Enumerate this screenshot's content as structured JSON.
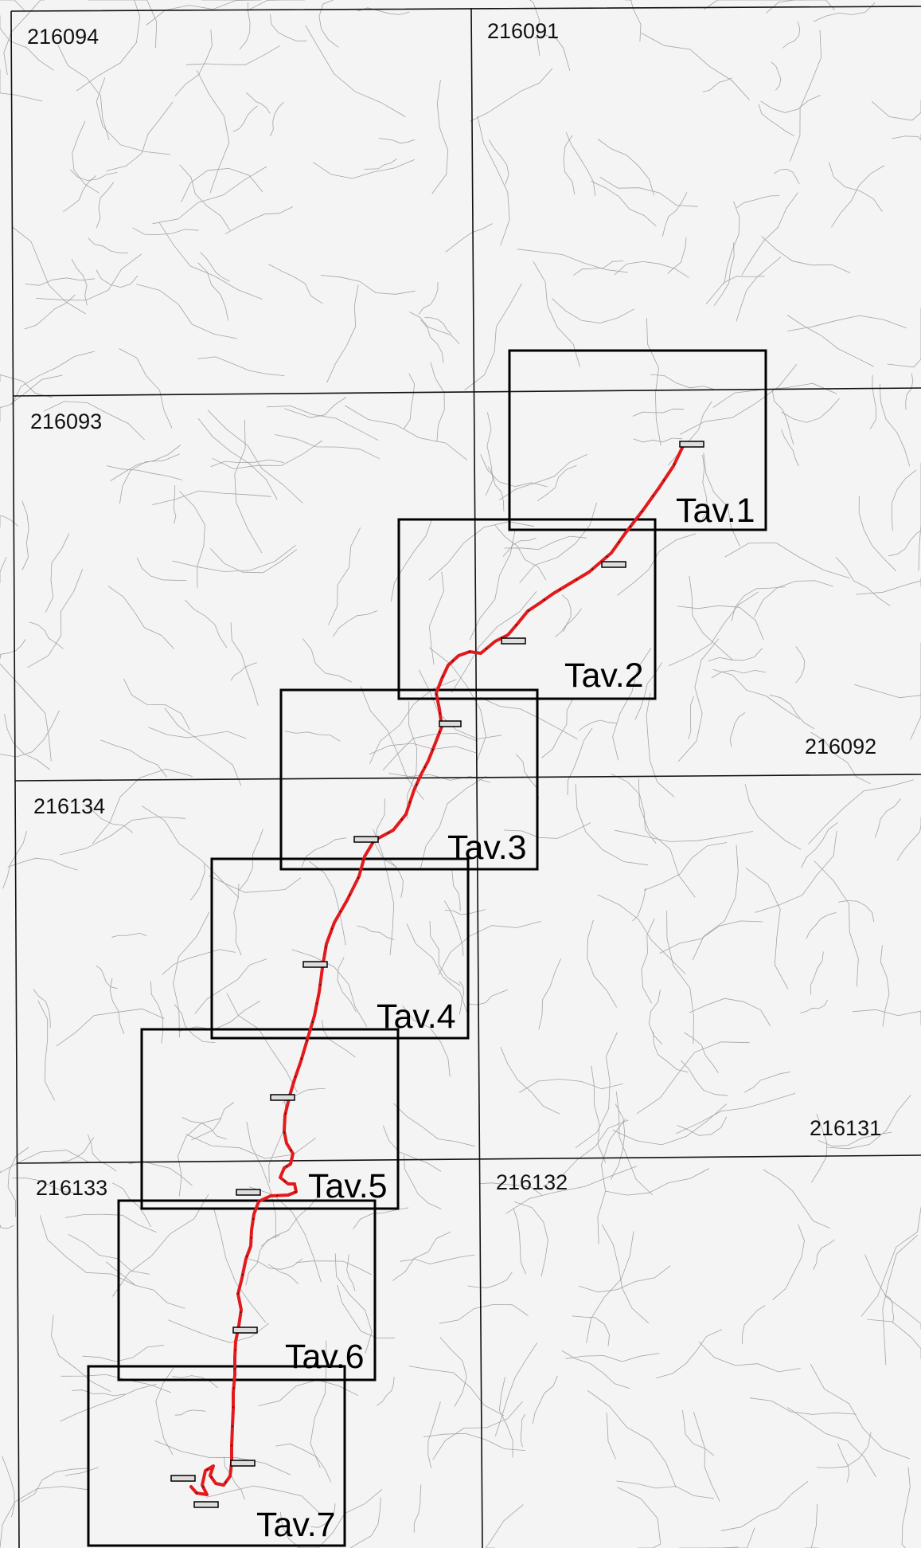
{
  "map": {
    "colors": {
      "background": "#f4f4f4",
      "contour": "#8a8a8a",
      "grid_line": "#111111",
      "frame": "#000000",
      "route": "#e31a1c",
      "marker_fill": "#dddddd"
    },
    "sheets": [
      {
        "id": "216094",
        "label": "216094"
      },
      {
        "id": "216091",
        "label": "216091"
      },
      {
        "id": "216093",
        "label": "216093"
      },
      {
        "id": "216092",
        "label": "216092"
      },
      {
        "id": "216134",
        "label": "216134"
      },
      {
        "id": "216131",
        "label": "216131"
      },
      {
        "id": "216133",
        "label": "216133"
      },
      {
        "id": "216132",
        "label": "216132"
      }
    ],
    "tavole": [
      {
        "id": "tav-1",
        "label": "Tav.1"
      },
      {
        "id": "tav-2",
        "label": "Tav.2"
      },
      {
        "id": "tav-3",
        "label": "Tav.3"
      },
      {
        "id": "tav-4",
        "label": "Tav.4"
      },
      {
        "id": "tav-5",
        "label": "Tav.5"
      },
      {
        "id": "tav-6",
        "label": "Tav.6"
      },
      {
        "id": "tav-7",
        "label": "Tav.7"
      }
    ]
  }
}
